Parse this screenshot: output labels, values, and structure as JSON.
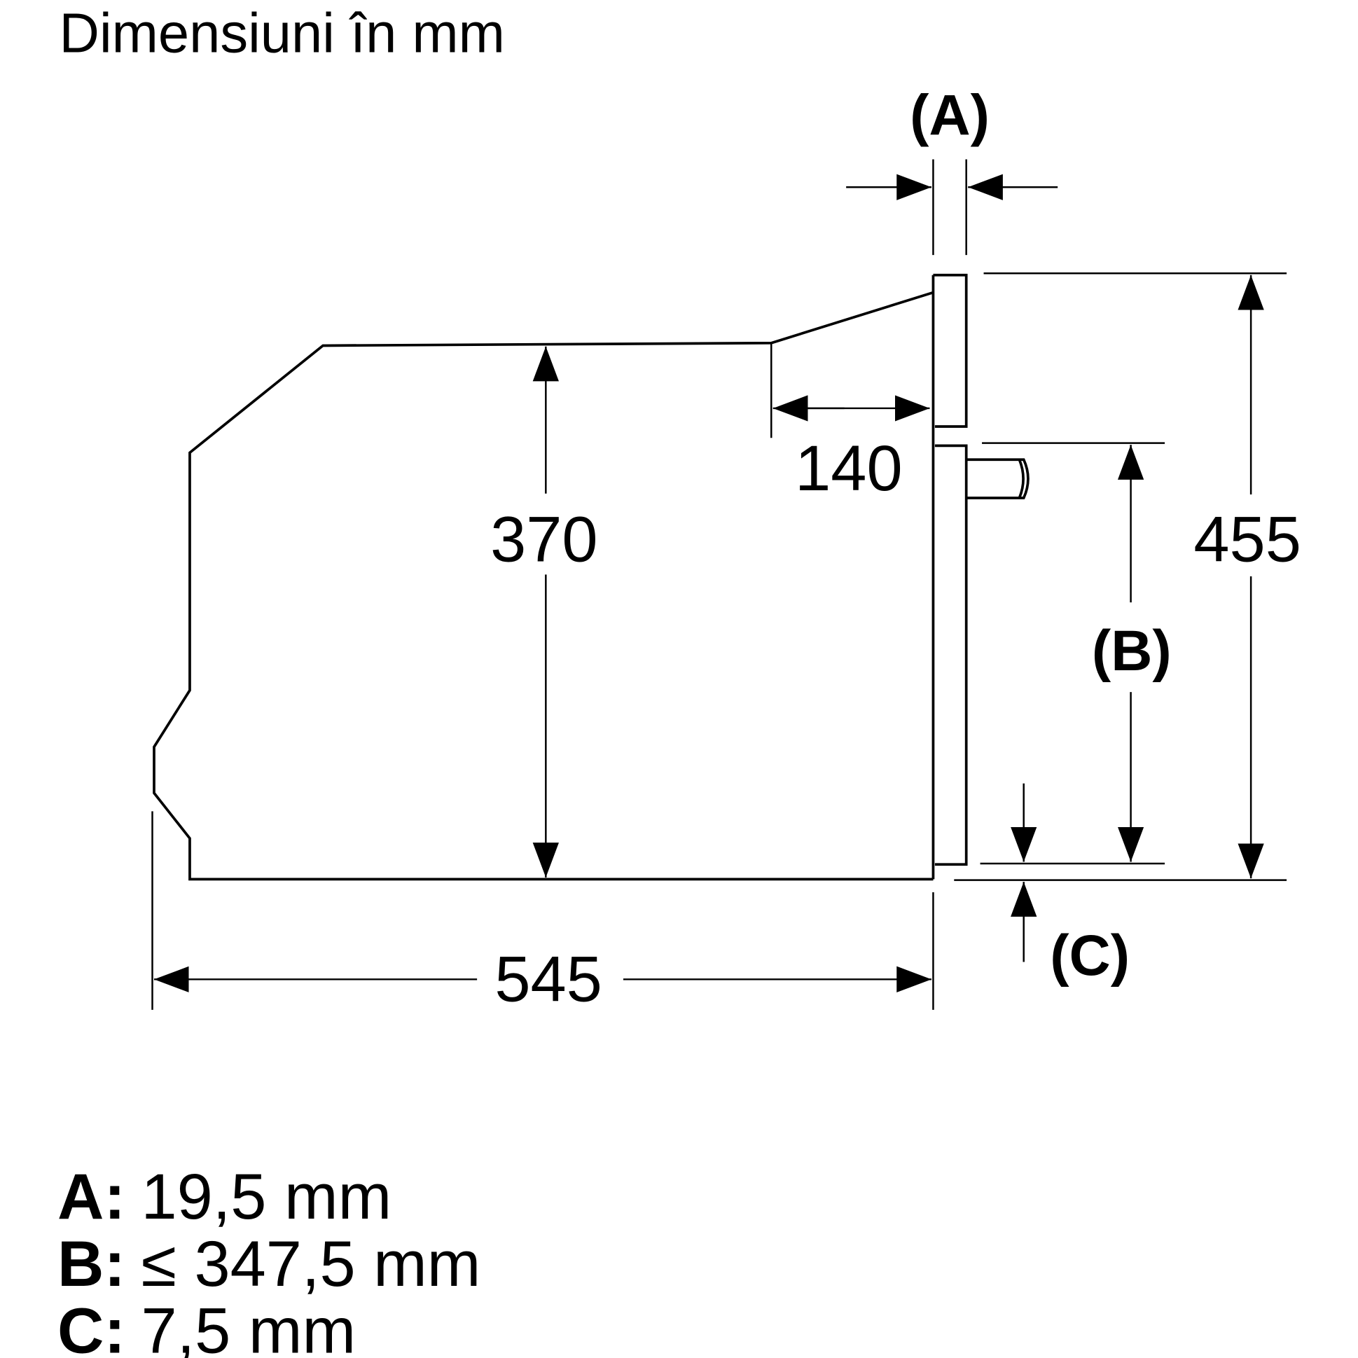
{
  "title": "Dimensiuni în mm",
  "dimensions": {
    "depth": "545",
    "height_inner": "370",
    "offset": "140",
    "total_height": "455",
    "label_a": "(A)",
    "label_b": "(B)",
    "label_c": "(C)"
  },
  "legend": [
    {
      "key": "A:",
      "value": "19,5 mm"
    },
    {
      "key": "B:",
      "value": "≤ 347,5 mm"
    },
    {
      "key": "C:",
      "value": "7,5 mm"
    }
  ]
}
